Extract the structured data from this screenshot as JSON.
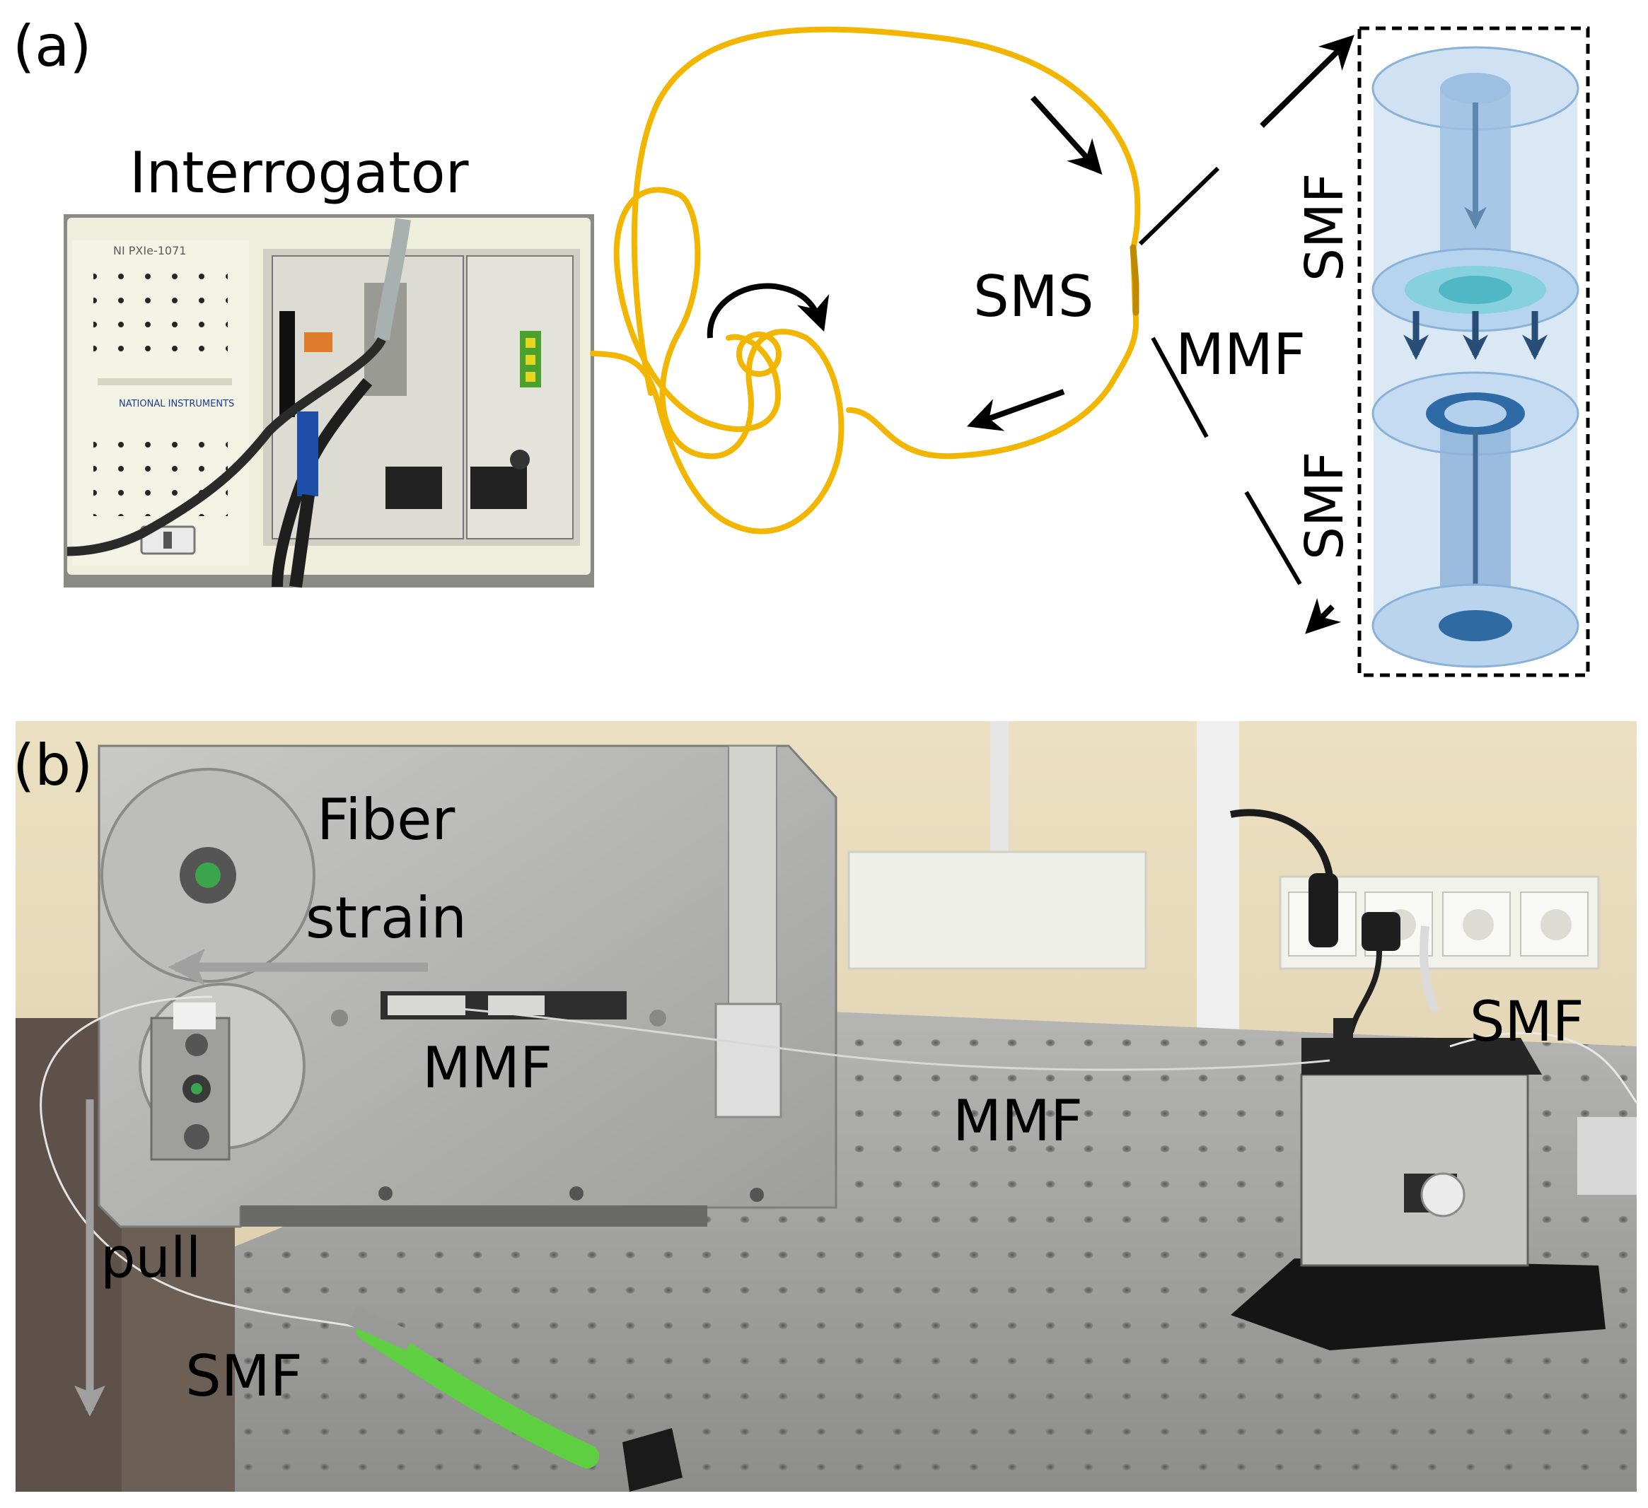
{
  "panel_a": {
    "label": "(a)",
    "interrogator_title": "Interrogator",
    "device": {
      "model_label": "NI PXIe-1071",
      "brand_label": "NATIONAL INSTRUMENTS"
    },
    "sms_label": "SMS",
    "mmf_label": "MMF",
    "smf_label_top": "SMF",
    "smf_label_bottom": "SMF"
  },
  "panel_b": {
    "label": "(b)",
    "fiber_strain_line1": "Fiber",
    "fiber_strain_line2": "strain",
    "mmf_label_1": "MMF",
    "mmf_label_2": "MMF",
    "smf_label_right": "SMF",
    "smf_label_left": "SMF",
    "pull_label": "pull"
  },
  "colors": {
    "fiber": "#f2b600",
    "fiber_dark": "#c08a00",
    "cylinder_fill": "#b9d4ec",
    "cylinder_edge": "#7fa8d0",
    "core": "#2f6aa3",
    "arrow_grey": "#9a9a9a"
  }
}
